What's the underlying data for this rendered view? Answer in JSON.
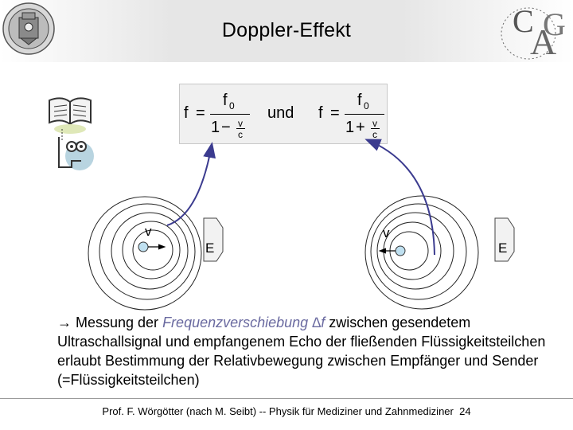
{
  "slide": {
    "title": "Doppler-Effekt"
  },
  "formula": {
    "f": "f",
    "eq": "=",
    "f0": "f",
    "f0_sub": "0",
    "one": "1",
    "minus": "−",
    "plus": "+",
    "v": "v",
    "c": "c",
    "und": "und"
  },
  "diagram": {
    "left_v_label": "v",
    "left_e_label": "E",
    "right_v_label": "v",
    "right_e_label": "E",
    "arrow_color": "#3b3b8f"
  },
  "text": {
    "arrow": "→",
    "before": " Messung der ",
    "emph": "Frequenzverschiebung ∆f",
    "after": " zwischen gesendetem Ultraschallsignal und empfangenem Echo der fließenden Flüssigkeitsteilchen erlaubt Bestimmung der Relativbewegung zwischen Empfänger und Sender (=Flüssigkeitsteilchen)"
  },
  "footer": {
    "text": "Prof. F. Wörgötter (nach M. Seibt) -- Physik für Mediziner und Zahnmediziner",
    "page": "24"
  },
  "icons": [
    "university-seal-icon",
    "institute-logo-icon",
    "book-person-icon"
  ]
}
